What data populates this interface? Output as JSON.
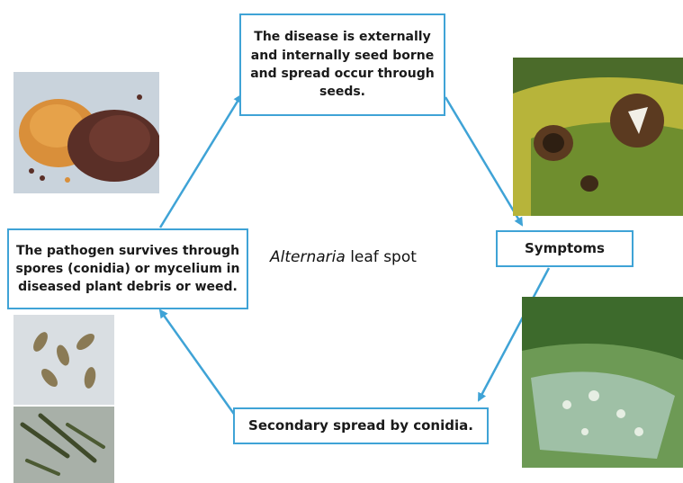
{
  "diagram": {
    "top_box": "The disease is externally and internally seed borne and spread occur through seeds.",
    "symptoms_box": "Symptoms",
    "secondary_box": "Secondary spread by conidia.",
    "survives_box": "The pathogen survives through spores (conidia) or mycelium in diseased plant debris or weed.",
    "center_title_italic": "Alternaria",
    "center_title_rest": " leaf spot"
  },
  "colors": {
    "box_border": "#3fa3d6",
    "arrow": "#3fa3d6"
  }
}
